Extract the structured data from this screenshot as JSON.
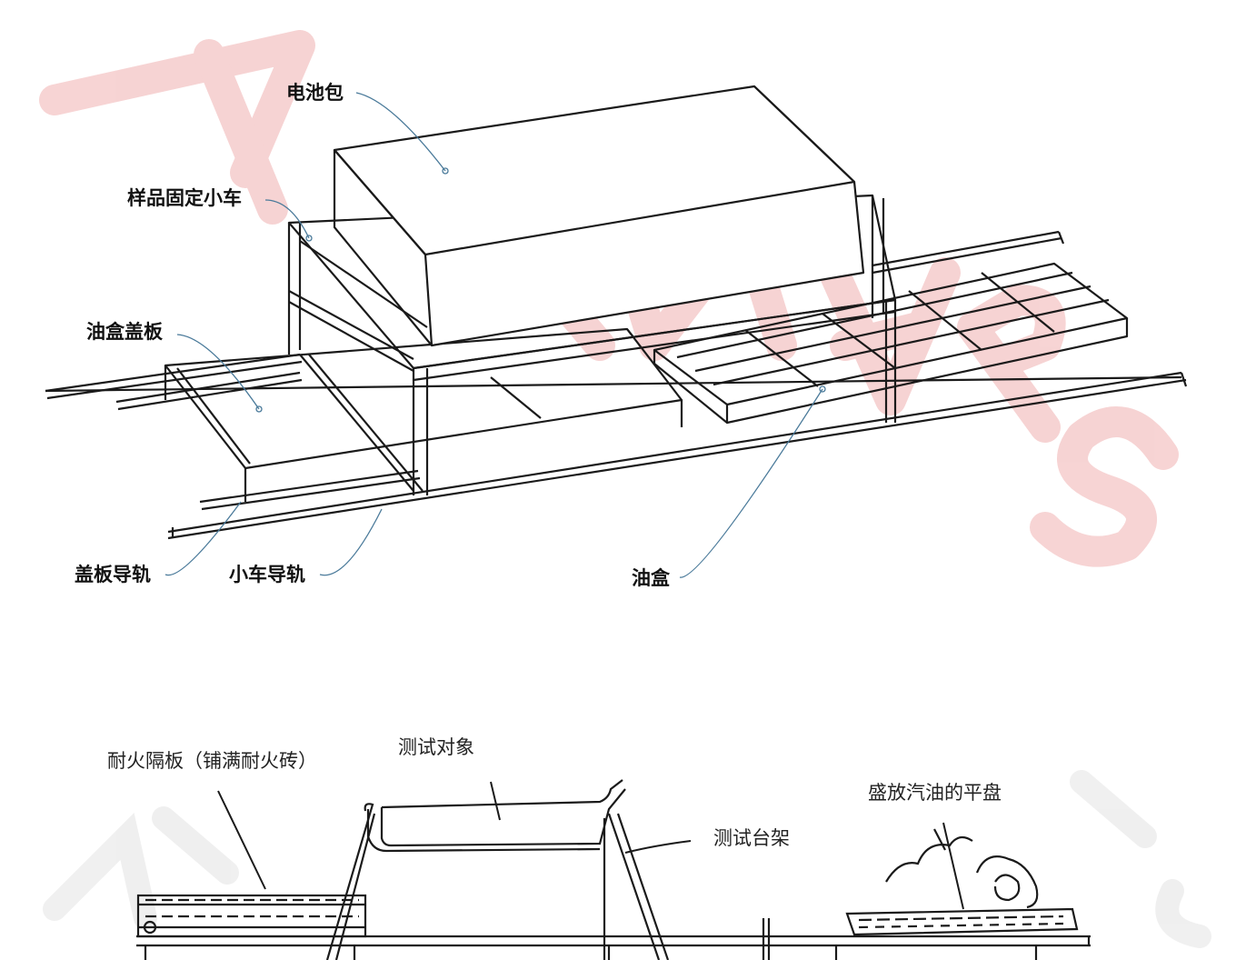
{
  "watermark": {
    "text": "ATMARS",
    "color": "#f4c5c5"
  },
  "top_figure": {
    "labels": {
      "battery_pack": "电池包",
      "sample_trolley": "样品固定小车",
      "oil_box_cover": "油盒盖板",
      "cover_rail": "盖板导轨",
      "trolley_rail": "小车导轨",
      "oil_box": "油盒"
    }
  },
  "bottom_figure": {
    "labels": {
      "fire_barrier": "耐火隔板（铺满耐火砖）",
      "test_object": "测试对象",
      "test_stand": "测试台架",
      "gasoline_pan": "盛放汽油的平盘"
    }
  },
  "colors": {
    "line": "#1a1a1a",
    "leader": "#4a7a9a",
    "watermark": "#f4c5c5"
  }
}
